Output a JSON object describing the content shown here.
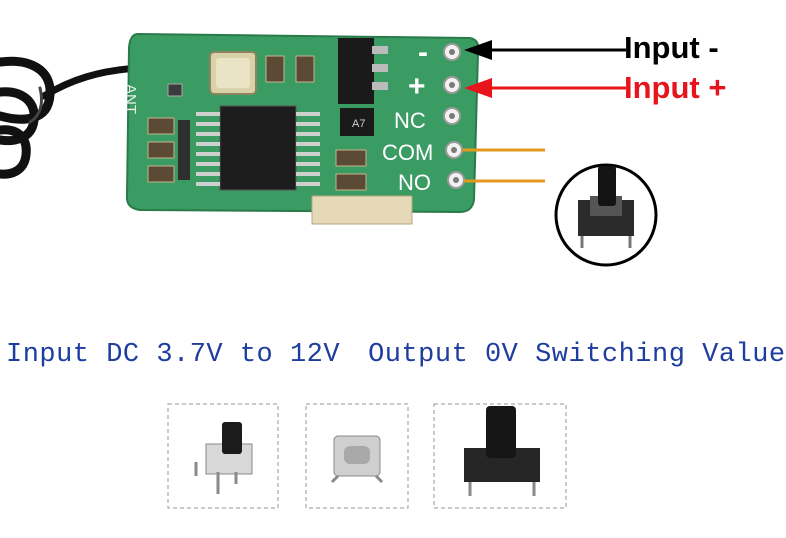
{
  "labels": {
    "input_negative": "Input -",
    "input_positive": "Input +"
  },
  "pcb": {
    "silkscreen_ant": "ANT",
    "pins": [
      "-",
      "+",
      "NC",
      "COM",
      "NO"
    ],
    "ic_marking": "A7"
  },
  "caption": {
    "input": "Input DC 3.7V to 12V",
    "output": "Output 0V Switching Value"
  },
  "colors": {
    "arrow_negative": "#000000",
    "arrow_positive": "#e8141c",
    "wire_switch": "#e39a1e",
    "caption_text": "#1f3d9e",
    "pcb_green": "#3a9b63"
  },
  "switch_options": [
    "right-angle-tactile-switch",
    "small-sealed-tactile-switch",
    "standard-tactile-switch"
  ]
}
